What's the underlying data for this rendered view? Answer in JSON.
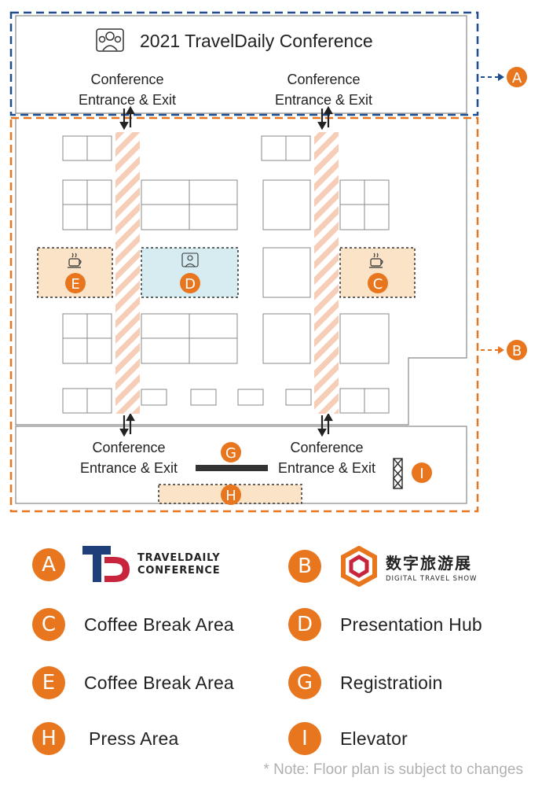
{
  "plan": {
    "title": "2021 TravelDaily Conference",
    "entrance_line1": "Conference",
    "entrance_line2": "Entrance & Exit",
    "zone_markers": [
      "A",
      "B",
      "C",
      "D",
      "E",
      "G",
      "H",
      "I"
    ],
    "colors": {
      "zone_a_border": "#1f4e8c",
      "zone_b_border": "#e8761e",
      "badge": "#e8761e",
      "coffee_fill": "#fbe3c8",
      "hub_fill": "#d6ecf0",
      "press_fill": "#fbe3c8",
      "aisle_stripe": "#f6cdb6",
      "registration_bar": "#333333"
    }
  },
  "legend": [
    {
      "badge": "A",
      "type": "logo",
      "logo_text_1": "TRAVELDAILY",
      "logo_text_2": "CONFERENCE"
    },
    {
      "badge": "B",
      "type": "logo",
      "logo_text_1": "数字旅游展",
      "logo_text_2": "DIGITAL TRAVEL SHOW"
    },
    {
      "badge": "C",
      "type": "text",
      "label": "Coffee Break Area"
    },
    {
      "badge": "D",
      "type": "text",
      "label": "Presentation Hub"
    },
    {
      "badge": "E",
      "type": "text",
      "label": "Coffee Break Area"
    },
    {
      "badge": "G",
      "type": "text",
      "label": "Registratioin"
    },
    {
      "badge": "H",
      "type": "text",
      "label": "Press Area"
    },
    {
      "badge": "I",
      "type": "text",
      "label": "Elevator"
    }
  ],
  "note": "* Note: Floor plan is subject to changes"
}
